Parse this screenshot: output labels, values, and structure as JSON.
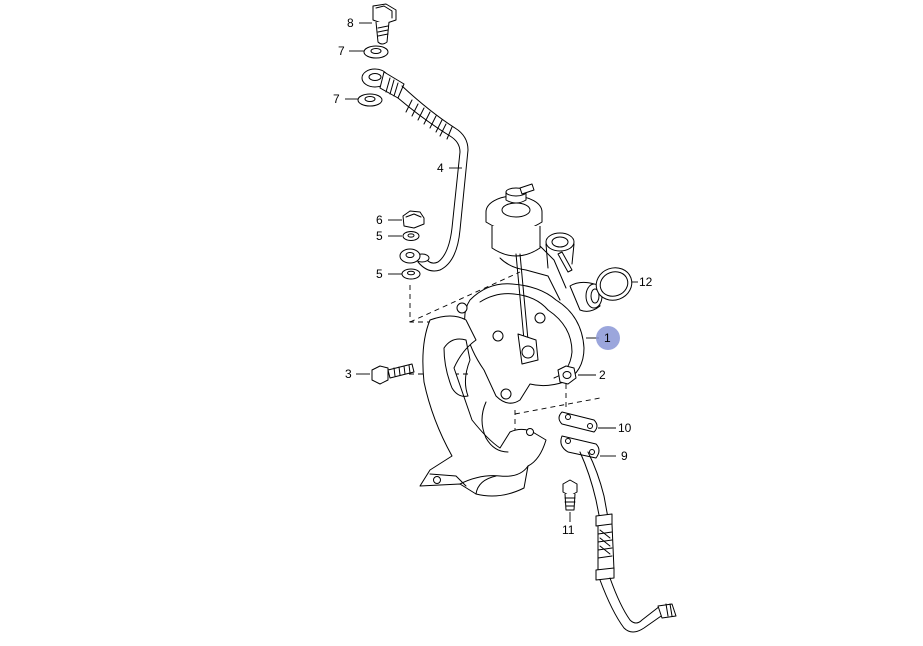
{
  "callouts": [
    {
      "id": "c8",
      "text": "8"
    },
    {
      "id": "c7a",
      "text": "7"
    },
    {
      "id": "c7b",
      "text": "7"
    },
    {
      "id": "c4",
      "text": "4"
    },
    {
      "id": "c6",
      "text": "6"
    },
    {
      "id": "c5a",
      "text": "5"
    },
    {
      "id": "c5b",
      "text": "5"
    },
    {
      "id": "c12",
      "text": "12"
    },
    {
      "id": "c1",
      "text": "1",
      "highlight": true
    },
    {
      "id": "c3",
      "text": "3"
    },
    {
      "id": "c2",
      "text": "2"
    },
    {
      "id": "c10",
      "text": "10"
    },
    {
      "id": "c9",
      "text": "9"
    },
    {
      "id": "c11",
      "text": "11"
    }
  ],
  "colors": {
    "line": "#000000",
    "background": "#ffffff",
    "highlight": "#8a97d6"
  }
}
